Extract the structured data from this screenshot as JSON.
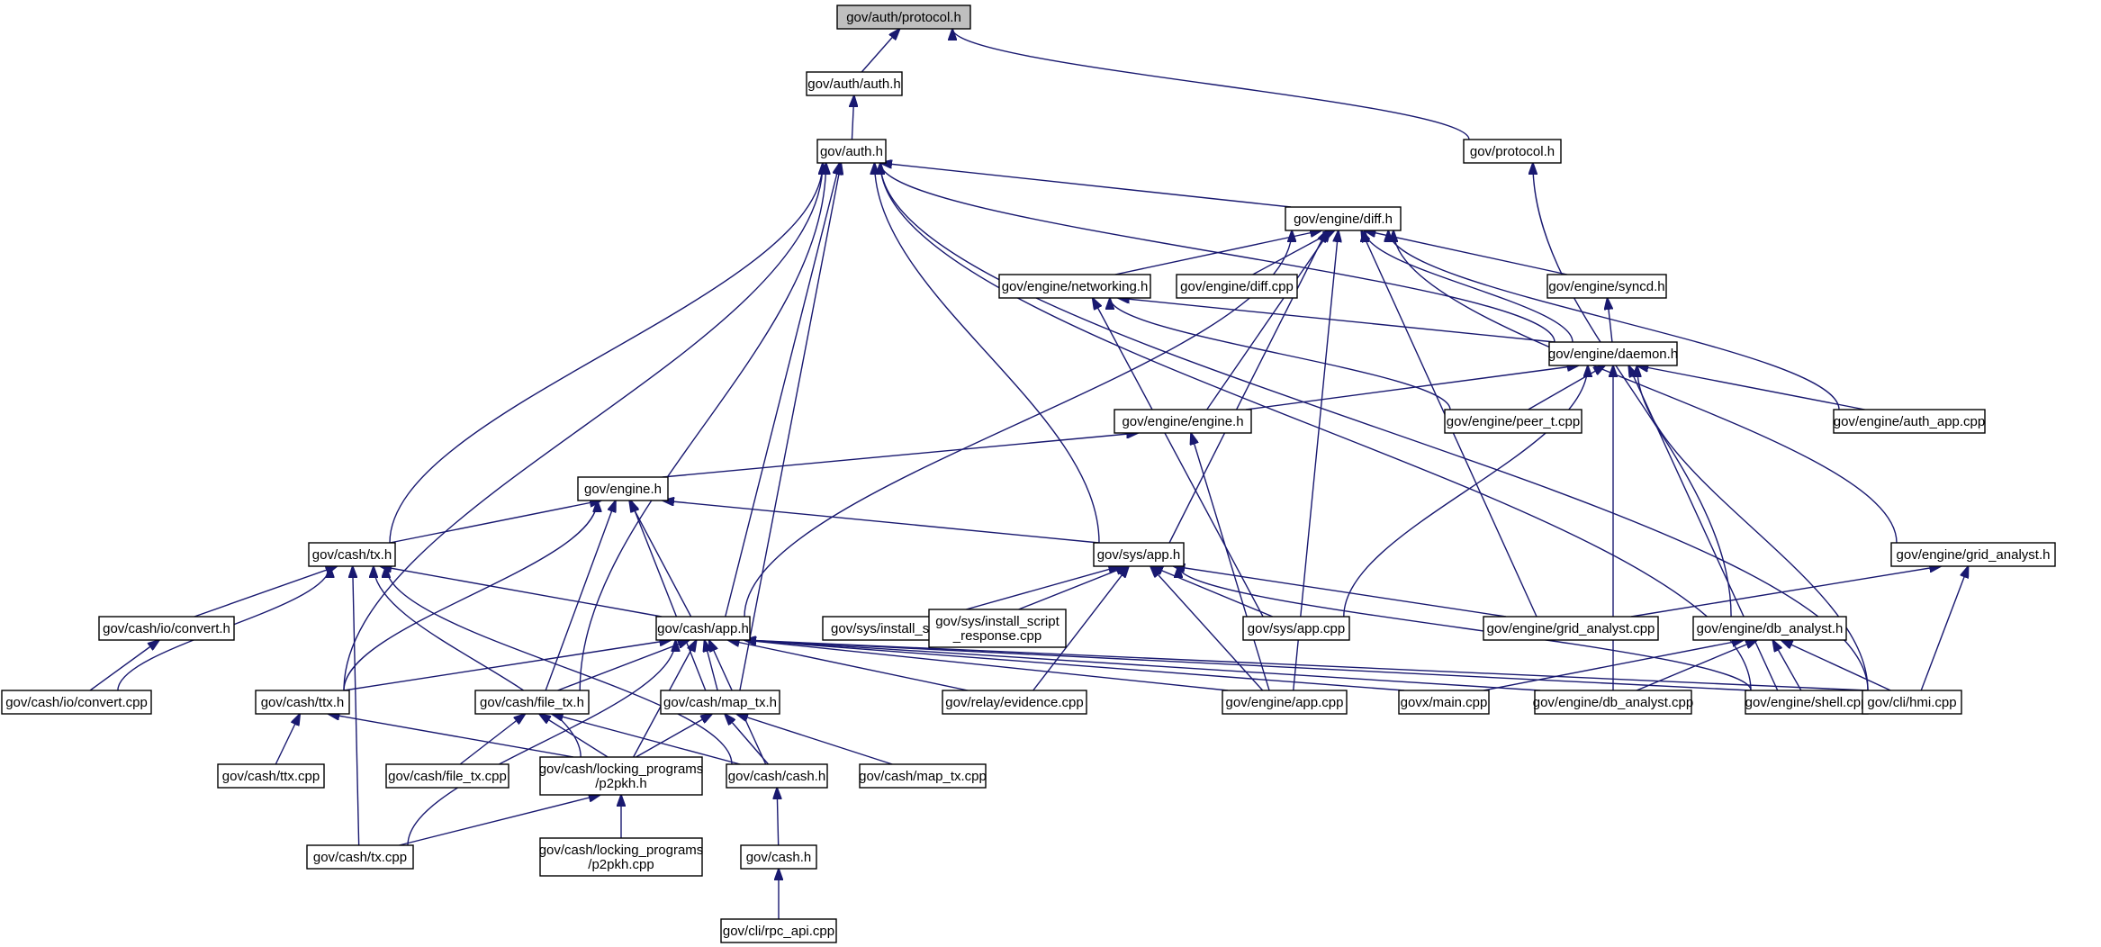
{
  "colors": {
    "node_fill": "#ffffff",
    "root_fill": "#bfbfbf",
    "node_border": "#000000",
    "edge": "#191970"
  },
  "nodes": [
    {
      "id": "auth_protocol_h",
      "label": "gov/auth/protocol.h",
      "root": true
    },
    {
      "id": "auth_auth_h",
      "label": "gov/auth/auth.h"
    },
    {
      "id": "protocol_h",
      "label": "gov/protocol.h"
    },
    {
      "id": "auth_h",
      "label": "gov/auth.h"
    },
    {
      "id": "engine_diff_h",
      "label": "gov/engine/diff.h"
    },
    {
      "id": "engine_networking_h",
      "label": "gov/engine/networking.h"
    },
    {
      "id": "engine_diff_cpp",
      "label": "gov/engine/diff.cpp"
    },
    {
      "id": "engine_syncd_h",
      "label": "gov/engine/syncd.h"
    },
    {
      "id": "engine_daemon_h",
      "label": "gov/engine/daemon.h"
    },
    {
      "id": "engine_engine_h",
      "label": "gov/engine/engine.h"
    },
    {
      "id": "engine_peer_t_cpp",
      "label": "gov/engine/peer_t.cpp"
    },
    {
      "id": "engine_auth_app_cpp",
      "label": "gov/engine/auth_app.cpp"
    },
    {
      "id": "engine_h",
      "label": "gov/engine.h"
    },
    {
      "id": "cash_tx_h",
      "label": "gov/cash/tx.h"
    },
    {
      "id": "sys_app_h",
      "label": "gov/sys/app.h"
    },
    {
      "id": "engine_grid_analyst_h",
      "label": "gov/engine/grid_analyst.h"
    },
    {
      "id": "cash_io_convert_h",
      "label": "gov/cash/io/convert.h"
    },
    {
      "id": "cash_app_h",
      "label": "gov/cash/app.h"
    },
    {
      "id": "sys_install_script_cpp",
      "label": "gov/sys/install_script.cpp"
    },
    {
      "id": "sys_install_script_response_cpp",
      "label": [
        "gov/sys/install_script",
        "_response.cpp"
      ]
    },
    {
      "id": "sys_app_cpp",
      "label": "gov/sys/app.cpp"
    },
    {
      "id": "engine_grid_analyst_cpp",
      "label": "gov/engine/grid_analyst.cpp"
    },
    {
      "id": "engine_db_analyst_h",
      "label": "gov/engine/db_analyst.h"
    },
    {
      "id": "cash_io_convert_cpp",
      "label": "gov/cash/io/convert.cpp"
    },
    {
      "id": "cash_ttx_h",
      "label": "gov/cash/ttx.h"
    },
    {
      "id": "cash_file_tx_h",
      "label": "gov/cash/file_tx.h"
    },
    {
      "id": "cash_map_tx_h",
      "label": "gov/cash/map_tx.h"
    },
    {
      "id": "relay_evidence_cpp",
      "label": "gov/relay/evidence.cpp"
    },
    {
      "id": "engine_app_cpp",
      "label": "gov/engine/app.cpp"
    },
    {
      "id": "govx_main_cpp",
      "label": "govx/main.cpp"
    },
    {
      "id": "engine_db_analyst_cpp",
      "label": "gov/engine/db_analyst.cpp"
    },
    {
      "id": "engine_shell_cpp",
      "label": "gov/engine/shell.cpp"
    },
    {
      "id": "cli_hmi_cpp",
      "label": "gov/cli/hmi.cpp"
    },
    {
      "id": "cash_ttx_cpp",
      "label": "gov/cash/ttx.cpp"
    },
    {
      "id": "cash_file_tx_cpp",
      "label": "gov/cash/file_tx.cpp"
    },
    {
      "id": "cash_locking_programs_p2pkh_h",
      "label": [
        "gov/cash/locking_programs",
        "/p2pkh.h"
      ]
    },
    {
      "id": "cash_cash_h",
      "label": "gov/cash/cash.h"
    },
    {
      "id": "cash_map_tx_cpp",
      "label": "gov/cash/map_tx.cpp"
    },
    {
      "id": "cash_locking_programs_p2pkh_cpp",
      "label": [
        "gov/cash/locking_programs",
        "/p2pkh.cpp"
      ]
    },
    {
      "id": "cash_tx_cpp",
      "label": "gov/cash/tx.cpp"
    },
    {
      "id": "cash_h",
      "label": "gov/cash.h"
    },
    {
      "id": "cli_rpc_api_cpp",
      "label": "gov/cli/rpc_api.cpp"
    }
  ],
  "edges": [
    [
      "auth_auth_h",
      "auth_protocol_h"
    ],
    [
      "protocol_h",
      "auth_protocol_h"
    ],
    [
      "auth_h",
      "auth_auth_h"
    ],
    [
      "engine_db_analyst_h",
      "protocol_h"
    ],
    [
      "engine_diff_h",
      "auth_h"
    ],
    [
      "engine_daemon_h",
      "auth_h"
    ],
    [
      "engine_shell_cpp",
      "auth_h"
    ],
    [
      "cash_tx_h",
      "auth_h"
    ],
    [
      "cash_ttx_h",
      "auth_h"
    ],
    [
      "cash_file_tx_h",
      "auth_h"
    ],
    [
      "cash_map_tx_h",
      "auth_h"
    ],
    [
      "cash_app_h",
      "auth_h"
    ],
    [
      "sys_app_h",
      "auth_h"
    ],
    [
      "engine_networking_h",
      "engine_diff_h"
    ],
    [
      "engine_diff_cpp",
      "engine_diff_h"
    ],
    [
      "engine_syncd_h",
      "engine_diff_h"
    ],
    [
      "engine_daemon_h",
      "engine_diff_h"
    ],
    [
      "engine_engine_h",
      "engine_diff_h"
    ],
    [
      "engine_auth_app_cpp",
      "engine_diff_h"
    ],
    [
      "engine_grid_analyst_h",
      "engine_diff_h"
    ],
    [
      "engine_grid_analyst_cpp",
      "engine_diff_h"
    ],
    [
      "engine_app_cpp",
      "engine_diff_h"
    ],
    [
      "sys_app_h",
      "engine_diff_h"
    ],
    [
      "cash_app_h",
      "engine_diff_h"
    ],
    [
      "engine_daemon_h",
      "engine_networking_h"
    ],
    [
      "engine_peer_t_cpp",
      "engine_networking_h"
    ],
    [
      "sys_app_cpp",
      "engine_networking_h"
    ],
    [
      "engine_daemon_h",
      "engine_syncd_h"
    ],
    [
      "engine_engine_h",
      "engine_daemon_h"
    ],
    [
      "engine_peer_t_cpp",
      "engine_daemon_h"
    ],
    [
      "engine_auth_app_cpp",
      "engine_daemon_h"
    ],
    [
      "sys_app_cpp",
      "engine_daemon_h"
    ],
    [
      "engine_db_analyst_cpp",
      "engine_daemon_h"
    ],
    [
      "engine_shell_cpp",
      "engine_daemon_h"
    ],
    [
      "cli_hmi_cpp",
      "engine_daemon_h"
    ],
    [
      "engine_h",
      "engine_engine_h"
    ],
    [
      "engine_app_cpp",
      "engine_engine_h"
    ],
    [
      "cash_tx_h",
      "engine_h"
    ],
    [
      "sys_app_h",
      "engine_h"
    ],
    [
      "cash_app_h",
      "engine_h"
    ],
    [
      "cash_ttx_h",
      "engine_h"
    ],
    [
      "cash_file_tx_h",
      "engine_h"
    ],
    [
      "cash_map_tx_h",
      "engine_h"
    ],
    [
      "sys_install_script_cpp",
      "sys_app_h"
    ],
    [
      "sys_install_script_response_cpp",
      "sys_app_h"
    ],
    [
      "sys_app_cpp",
      "sys_app_h"
    ],
    [
      "engine_grid_analyst_cpp",
      "sys_app_h"
    ],
    [
      "relay_evidence_cpp",
      "sys_app_h"
    ],
    [
      "engine_app_cpp",
      "sys_app_h"
    ],
    [
      "engine_shell_cpp",
      "sys_app_h"
    ],
    [
      "engine_grid_analyst_cpp",
      "engine_grid_analyst_h"
    ],
    [
      "cli_hmi_cpp",
      "engine_grid_analyst_h"
    ],
    [
      "cash_io_convert_h",
      "cash_tx_h"
    ],
    [
      "cash_io_convert_cpp",
      "cash_tx_h"
    ],
    [
      "cash_app_h",
      "cash_tx_h"
    ],
    [
      "cash_locking_programs_p2pkh_h",
      "cash_tx_h"
    ],
    [
      "cash_cash_h",
      "cash_tx_h"
    ],
    [
      "cash_tx_cpp",
      "cash_tx_h"
    ],
    [
      "cash_io_convert_cpp",
      "cash_io_convert_h"
    ],
    [
      "cash_ttx_h",
      "cash_app_h"
    ],
    [
      "cash_file_tx_h",
      "cash_app_h"
    ],
    [
      "cash_map_tx_h",
      "cash_app_h"
    ],
    [
      "cash_locking_programs_p2pkh_h",
      "cash_app_h"
    ],
    [
      "cash_cash_h",
      "cash_app_h"
    ],
    [
      "relay_evidence_cpp",
      "cash_app_h"
    ],
    [
      "engine_app_cpp",
      "cash_app_h"
    ],
    [
      "govx_main_cpp",
      "cash_app_h"
    ],
    [
      "engine_db_analyst_cpp",
      "cash_app_h"
    ],
    [
      "engine_shell_cpp",
      "cash_app_h"
    ],
    [
      "cli_hmi_cpp",
      "cash_app_h"
    ],
    [
      "cash_tx_cpp",
      "cash_app_h"
    ],
    [
      "govx_main_cpp",
      "engine_db_analyst_h"
    ],
    [
      "engine_db_analyst_cpp",
      "engine_db_analyst_h"
    ],
    [
      "engine_shell_cpp",
      "engine_db_analyst_h"
    ],
    [
      "cli_hmi_cpp",
      "engine_db_analyst_h"
    ],
    [
      "cli_hmi_cpp",
      "auth_h"
    ],
    [
      "cash_ttx_cpp",
      "cash_ttx_h"
    ],
    [
      "cash_locking_programs_p2pkh_h",
      "cash_ttx_h"
    ],
    [
      "cash_file_tx_cpp",
      "cash_file_tx_h"
    ],
    [
      "cash_locking_programs_p2pkh_h",
      "cash_file_tx_h"
    ],
    [
      "cash_cash_h",
      "cash_file_tx_h"
    ],
    [
      "cash_locking_programs_p2pkh_h",
      "cash_map_tx_h"
    ],
    [
      "cash_cash_h",
      "cash_map_tx_h"
    ],
    [
      "cash_map_tx_cpp",
      "cash_map_tx_h"
    ],
    [
      "cash_locking_programs_p2pkh_cpp",
      "cash_locking_programs_p2pkh_h"
    ],
    [
      "cash_tx_cpp",
      "cash_locking_programs_p2pkh_h"
    ],
    [
      "cash_h",
      "cash_cash_h"
    ],
    [
      "cli_rpc_api_cpp",
      "cash_h"
    ]
  ]
}
